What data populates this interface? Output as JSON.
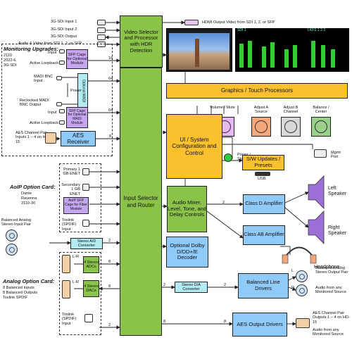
{
  "inputs": {
    "sdi1": "3G-SDI Input 1",
    "sdi2": "3G-SDI Input 2",
    "sdi3": "3G-SDI Output",
    "sdi4": "Audio & Video from SDI 1, 2, or SFP",
    "hdmi": "HDMI Output Video from SDI 1, 2, or SFP"
  },
  "blocks": {
    "video_proc": "Video Selector and Processor with HDR Detection",
    "graphics": "Graphics / Touch Processors",
    "ui": "UI / System Configuration and Control",
    "sw_updates": "S/W Updates / Presets",
    "usb": "USB",
    "input_router": "Input Selector and Router",
    "mixer": "Audio Mixer, Level, Tone, and Delay Controls",
    "class_d": "Class D Amplifier",
    "class_ab": "Class AB Amplifier",
    "dolby": "Optional Dolby D/DD+/E Decoder",
    "line_drivers": "Balanced Line Drivers",
    "aes_out": "AES Output Drivers",
    "stereo_ad": "Stereo A/D Converter",
    "stereo_da": "Stereo D/A Converter",
    "aes_rx": "AES Receiver"
  },
  "monitoring": {
    "title": "Monitoring Upgrades:",
    "items": [
      "2110",
      "2022-6",
      "3G-SDI"
    ],
    "input": "Input",
    "active_loopback": "Active Loopback",
    "sfp_cage": "SFP Cage for Optional Module",
    "madi_bnc": "MADI BNC Input",
    "optional_madi": "Optional MADI",
    "power": "Power",
    "reclocked": "Reclocked MADI BNC Output",
    "sfp_madi": "SFP Cage for Optional MADI Module",
    "aes_channel": "AES Channel Pair Inputs 1 – 4 on HD-15"
  },
  "controls": {
    "volume": "Volume / Mute",
    "adj_a": "Adjust A Source",
    "adj_b": "Adjust B Channel",
    "balance": "Balance / Center",
    "power_status": "Power / Status",
    "mgmt": "Mgmt Port"
  },
  "aoip": {
    "title": "AoIP Option Card:",
    "items": [
      "Dante",
      "Ravenna",
      "2110-30"
    ],
    "primary": "Primary 1 GB ENET",
    "secondary": "Secondary 1 GB ENET",
    "sfp": "AoIP SFP Cage for Fiber Module",
    "toslink": "Toslink (SPDIF) Input"
  },
  "analog": {
    "balanced_pair": "Balanced Analog Stereo Input Pair",
    "title": "Analog Option Card:",
    "items": [
      "8 Balanced Inputs",
      "8 Balanced Outputs",
      "Toslink SPDIF"
    ],
    "adcs": "4 Stereo ADCs",
    "dacs": "4 Stereo DACs",
    "lr1": "L-R",
    "lr2": "L-R",
    "toslink": "Toslink (SPDIF) Input"
  },
  "outputs": {
    "left_speaker": "Left Speaker",
    "right_speaker": "Right Speaker",
    "headphone": "Headphone",
    "balanced_out": "Balanced Analog Stereo Output Pair",
    "audio_any": "Audio from any Monitored Source",
    "aes_out": "AES Channel Pair Outputs 1 – 4 on HD-15",
    "aes_any": "Audio from any Monitored Source",
    "l": "L",
    "r": "R"
  },
  "bus": {
    "n16": "16",
    "n64a": "64",
    "n64b": "64",
    "n8a": "8",
    "n8b": "8",
    "n2a": "2",
    "n2b": "2",
    "n8c": "8",
    "n8d": "8",
    "n2c": "2",
    "n2d": "2",
    "n8e": "8",
    "n2e": "2"
  },
  "screen": {
    "sdi_label": "SDI 1",
    "meter_label": "LKFS 1 2 3"
  },
  "colors": {
    "green": "#8bc34a",
    "orange": "#fbc02d",
    "blue": "#90caf9",
    "purple": "#c6a6f0"
  }
}
